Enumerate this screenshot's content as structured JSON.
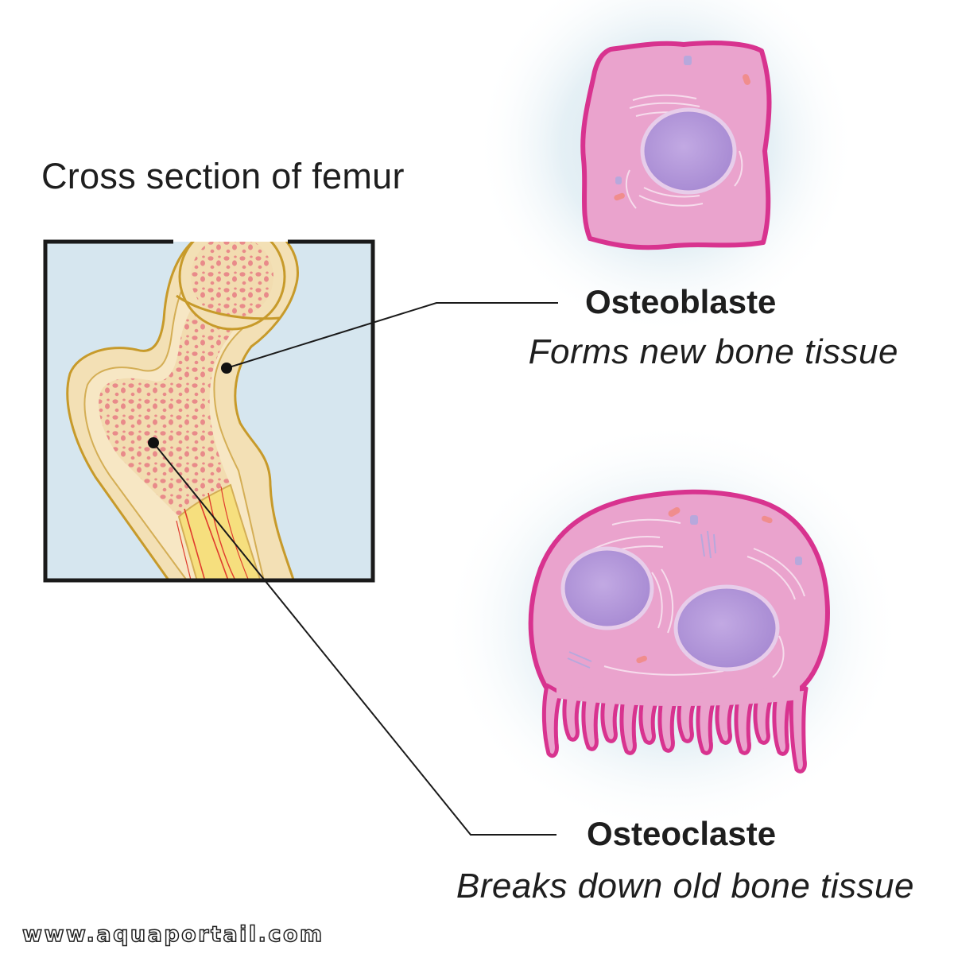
{
  "femur": {
    "title": "Cross section of femur"
  },
  "osteoblast": {
    "name": "Osteoblaste",
    "description": "Forms new bone tissue"
  },
  "osteoclast": {
    "name": "Osteoclaste",
    "description": "Breaks down old bone tissue"
  },
  "watermark": "www.aquaportail.com",
  "colors": {
    "cell_fill": "#eaa3cd",
    "cell_outline": "#d8338f",
    "nucleus": "#b497d9",
    "bone_fill": "#f3e0b5",
    "bone_outline": "#c79a2a",
    "spongy_dots": "#e98a8a",
    "panel_bg": "#d6e6ef",
    "halo": "#d4e5ef"
  }
}
